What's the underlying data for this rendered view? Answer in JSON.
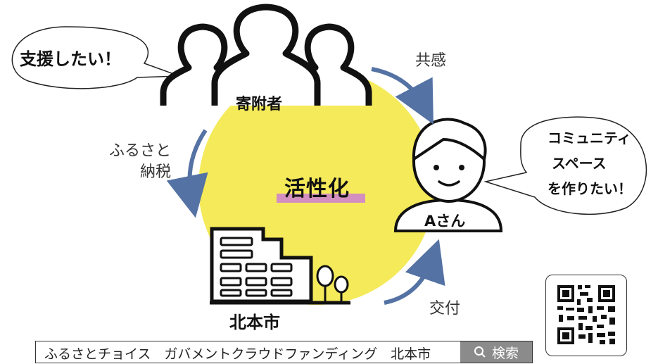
{
  "bubbles": {
    "donor_speech": "支援したい！",
    "a_speech_lines": [
      "コミュニティ",
      "スペース",
      "を作りたい！"
    ]
  },
  "labels": {
    "donors": "寄附者",
    "person_a": "Aさん",
    "city": "北本市",
    "center": "活性化",
    "flow_top": "共感",
    "flow_left_lines": [
      "ふるさと",
      "納税"
    ],
    "flow_bottom": "交付"
  },
  "search": {
    "query": "ふるさとチョイス　ガバメントクラウドファンディング　北本市",
    "button_label": "検索",
    "button_icon": "search-icon"
  },
  "colors": {
    "circle": "#f5ea5a",
    "highlight": "#d38fbf",
    "arrow": "#5472a3",
    "outline": "#222222"
  }
}
